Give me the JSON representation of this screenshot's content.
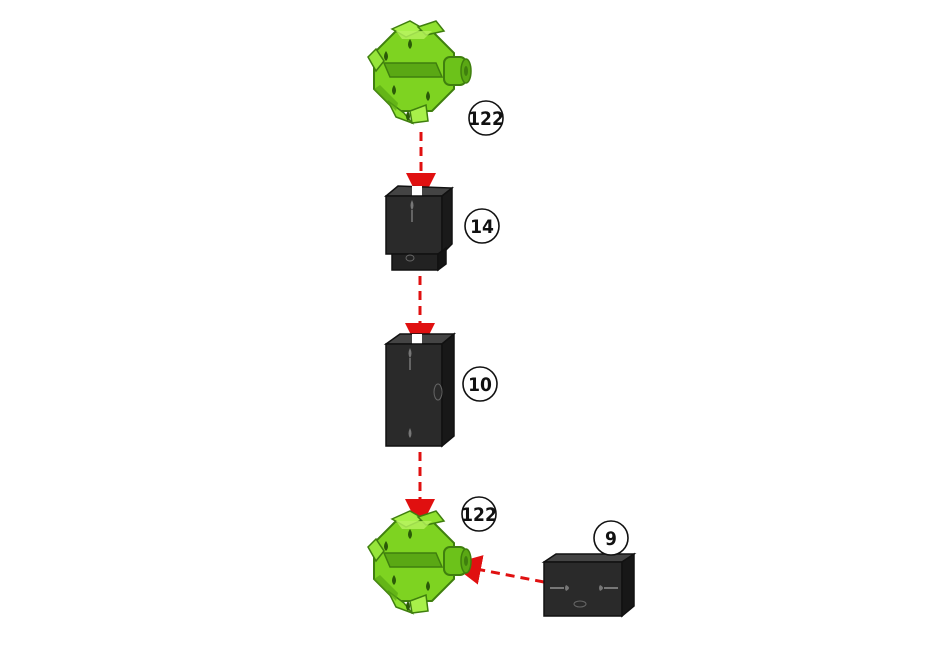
{
  "callouts": {
    "top_connector": "122",
    "short_block": "14",
    "long_block": "10",
    "bottom_connector": "122",
    "side_block": "9"
  },
  "colors": {
    "connector_green": "#7ed321",
    "connector_green_dark": "#4e9a12",
    "connector_green_light": "#a8f04a",
    "block_black": "#2a2a2a",
    "block_dark": "#151515",
    "block_light": "#444444",
    "arrow_red": "#e01010"
  },
  "icons": {
    "connector": "green-star-connector-icon",
    "block": "black-building-block-icon",
    "arrow": "dashed-red-arrow-icon"
  }
}
